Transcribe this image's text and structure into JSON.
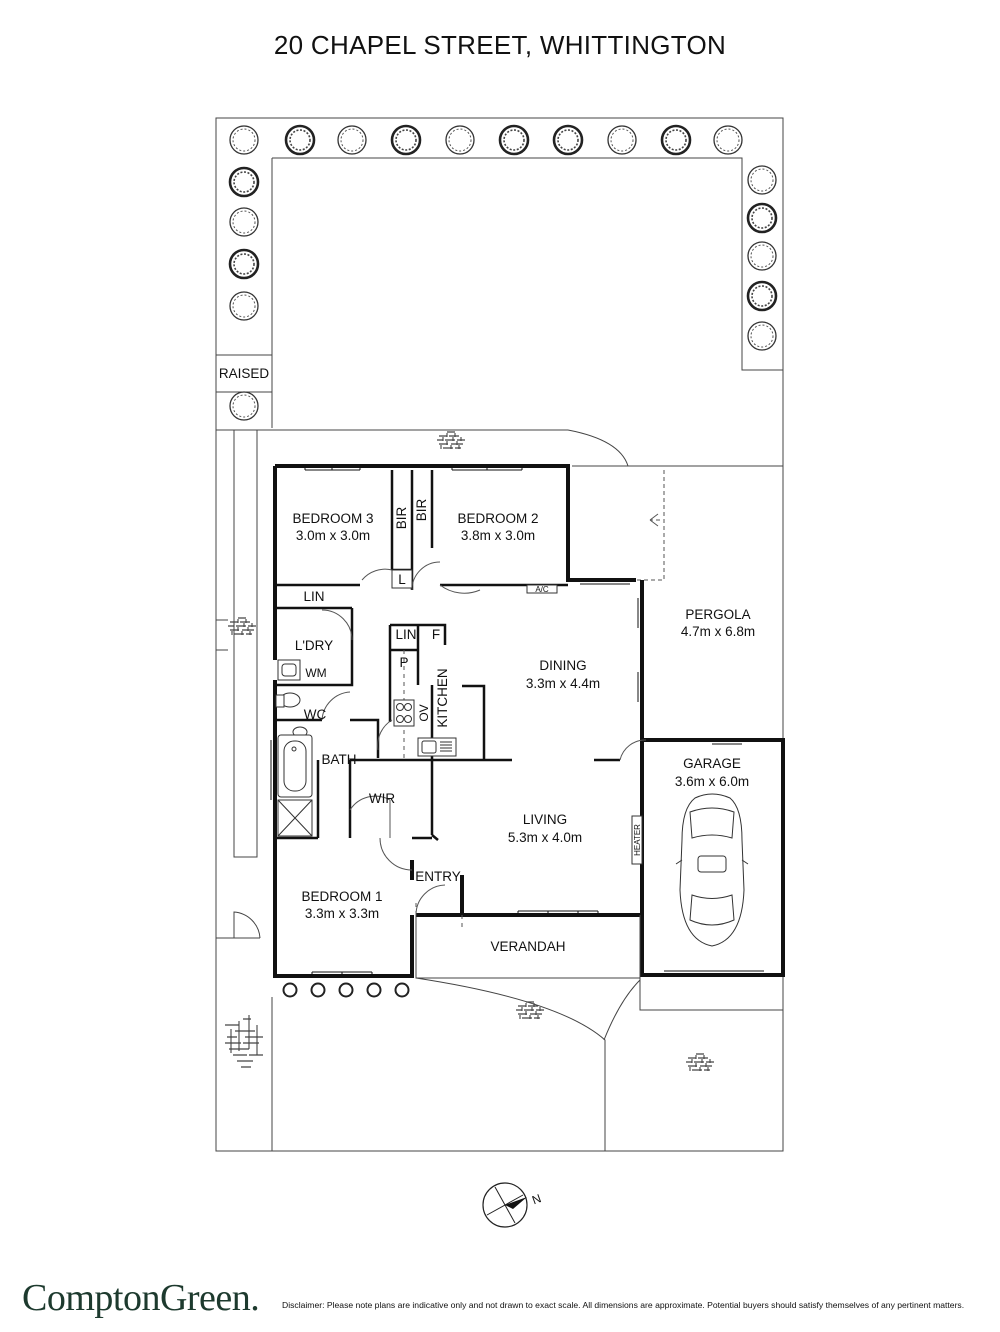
{
  "title": "20 CHAPEL STREET, WHITTINGTON",
  "rooms": {
    "bedroom3": {
      "name": "BEDROOM 3",
      "dims": "3.0m x 3.0m"
    },
    "bedroom2": {
      "name": "BEDROOM 2",
      "dims": "3.8m x 3.0m"
    },
    "bedroom1": {
      "name": "BEDROOM 1",
      "dims": "3.3m x 3.3m"
    },
    "dining": {
      "name": "DINING",
      "dims": "3.3m x 4.4m"
    },
    "living": {
      "name": "LIVING",
      "dims": "5.3m x 4.0m"
    },
    "pergola": {
      "name": "PERGOLA",
      "dims": "4.7m x 6.8m"
    },
    "garage": {
      "name": "GARAGE",
      "dims": "3.6m x 6.0m"
    }
  },
  "labels": {
    "raised": "RAISED",
    "bir1": "BIR",
    "bir2": "BIR",
    "l": "L",
    "lin1": "LIN",
    "lin2": "LIN",
    "f": "F",
    "p": "P",
    "ldry": "L'DRY",
    "wm": "WM",
    "wc": "WC",
    "kitchen": "KITCHEN",
    "ov": "OV",
    "bath": "BATH",
    "wir": "WIR",
    "entry": "ENTRY",
    "verandah": "VERANDAH",
    "ac": "A/C",
    "heater": "HEATER",
    "north": "N"
  },
  "brand": "ComptonGreen.",
  "disclaimer": "Disclaimer: Please note plans are indicative only and not drawn to exact scale. All dimensions are approximate. Potential buyers should satisfy themselves of any pertinent matters."
}
